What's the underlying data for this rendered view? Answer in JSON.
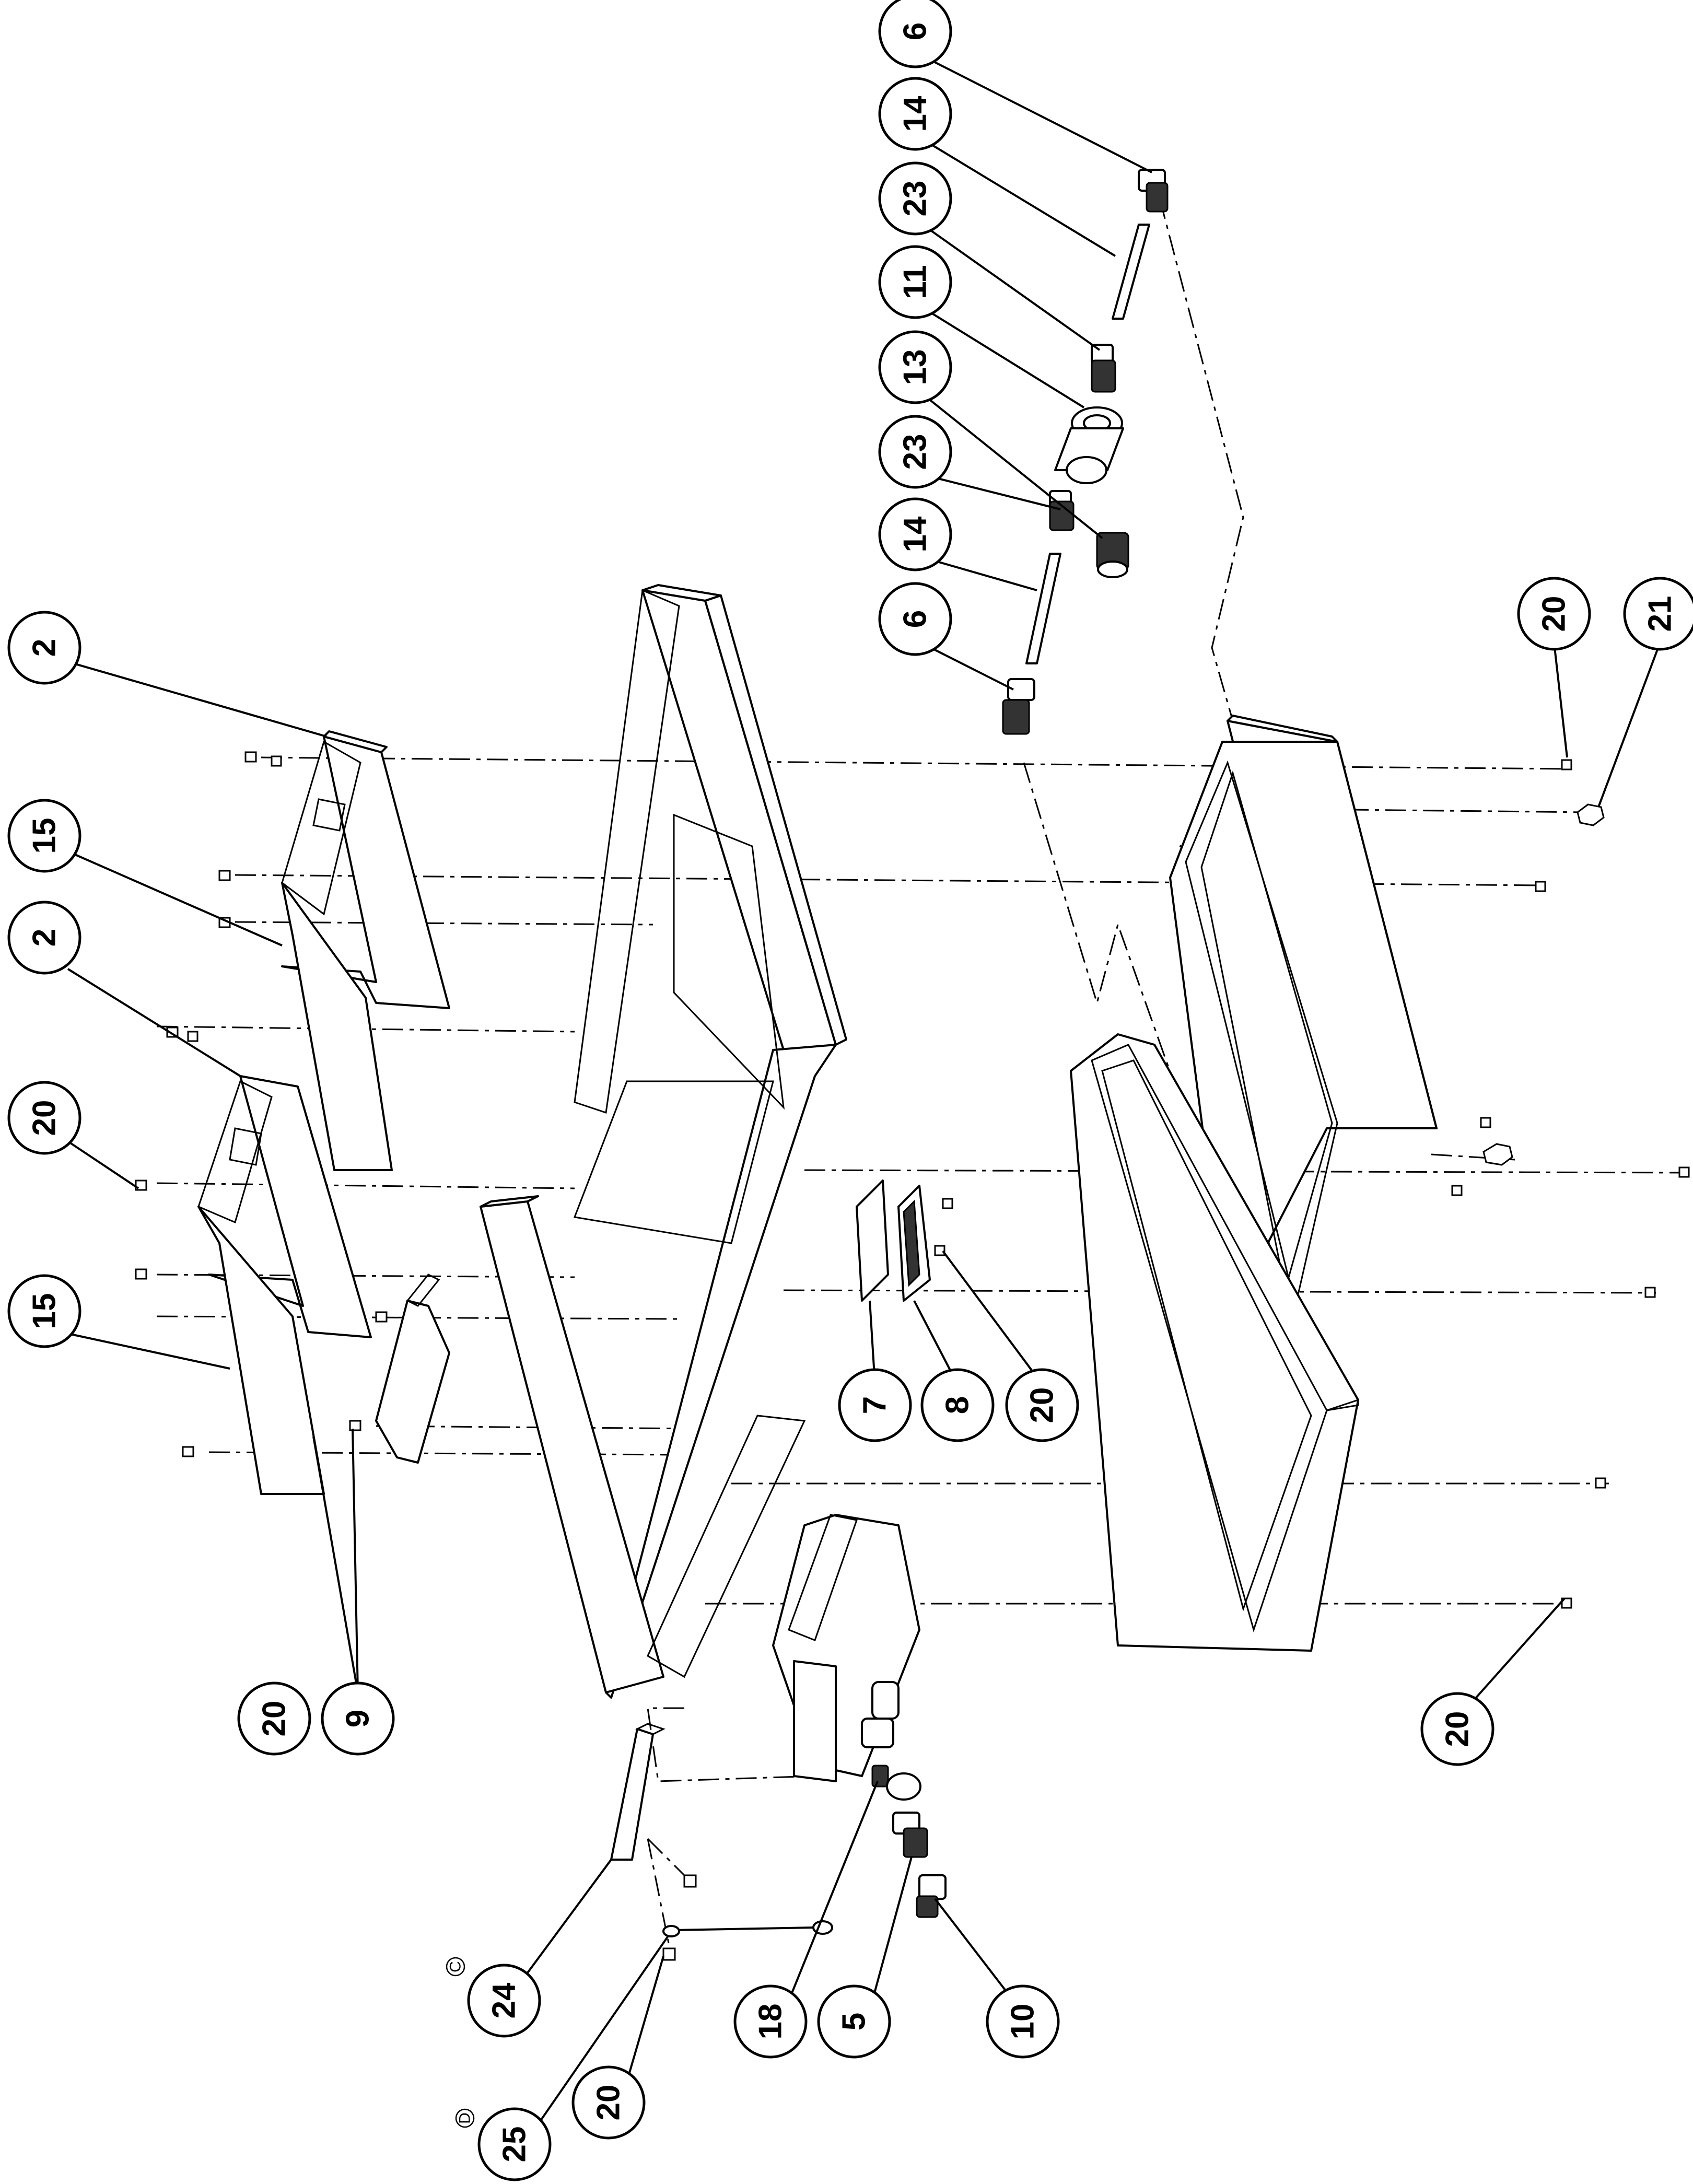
{
  "callouts": [
    {
      "label": "6"
    },
    {
      "label": "14"
    },
    {
      "label": "23"
    },
    {
      "label": "11"
    },
    {
      "label": "13"
    },
    {
      "label": "23"
    },
    {
      "label": "14"
    },
    {
      "label": "6"
    },
    {
      "label": "2"
    },
    {
      "label": "15"
    },
    {
      "label": "2"
    },
    {
      "label": "20"
    },
    {
      "label": "15"
    },
    {
      "label": "20"
    },
    {
      "label": "21"
    },
    {
      "label": "7"
    },
    {
      "label": "8"
    },
    {
      "label": "20"
    },
    {
      "label": "20"
    },
    {
      "label": "9"
    },
    {
      "label": "20"
    },
    {
      "label": "24"
    },
    {
      "label": "18"
    },
    {
      "label": "5"
    },
    {
      "label": "10"
    },
    {
      "label": "20"
    },
    {
      "label": "25"
    }
  ],
  "reference_marks": [
    "C",
    "D"
  ]
}
